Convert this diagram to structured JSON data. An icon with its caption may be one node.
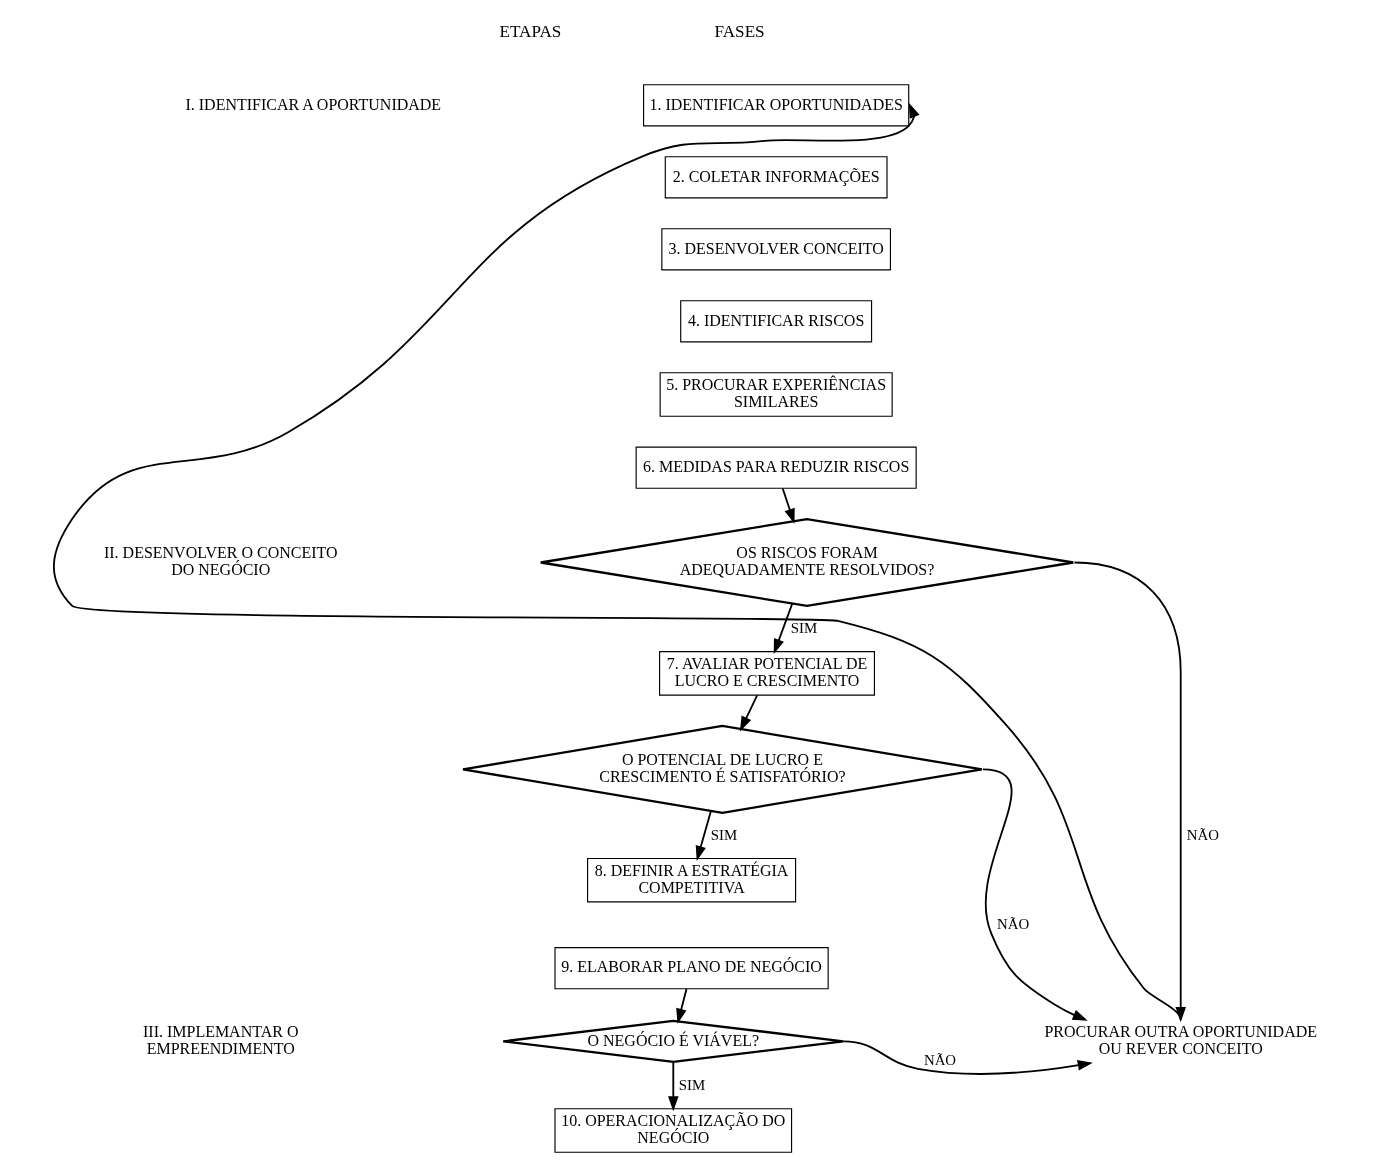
{
  "diagram": {
    "nodes": [
      {
        "text": [
          "I. IDENTIFICAR A OPORTUNIDADE"
        ]
      },
      {
        "text": [
          "II. DESENVOLVER O CONCEITO DO NEGÓCIO"
        ]
      },
      {
        "text": [
          "III. IMPLEMANTAR O EMPREENDIMENTO"
        ]
      },
      {
        "text": [
          "1. IDENTIFICAR OPORTUNIDADES"
        ]
      },
      {
        "text": [
          "2. COLETAR INFORMAÇÕES"
        ]
      },
      {
        "text": [
          "3. DESENVOLVER CONCEITO"
        ]
      },
      {
        "text": [
          "4. IDENTIFICAR RISCOS"
        ]
      },
      {
        "text": [
          "5. PROCURAR EXPERIÊNCIAS SIMILARES"
        ]
      },
      {
        "text": [
          "6. MEDIDAS PARA REDUZIR RISCOS"
        ]
      },
      {
        "text": [
          "OS RISCOS FORAM ADEQUADAMENTE RESOLVIDOS?"
        ]
      },
      {
        "text": [
          "7. AVALIAR POTENCIAL DE LUCRO E CRESCIMENTO"
        ]
      },
      {
        "text": [
          "O POTENCIAL DE LUCRO E CRESCIMENTO É SATISFATÓRIO?"
        ]
      },
      {
        "text": [
          "8. DEFINIR A ESTRATÉGIA COMPETITIVA"
        ]
      },
      {
        "text": [
          "9. ELABORAR PLANO DE NEGÓCIO"
        ]
      },
      {
        "text": [
          "O NEGÓCIO É VIÁVEL?"
        ]
      },
      {
        "text": [
          "10. OPERACIONALIZAÇÃO DO NEGÓCIO"
        ]
      },
      {
        "text": [
          "PROCURAR OUTRA OPORTUNIDADE OU REVER CONCEITO"
        ]
      }
    ],
    "edges": [
      {
        "from": 8,
        "to": 9,
        "arrow": "to"
      },
      {
        "from": 9,
        "to": 10,
        "arrow": "to",
        "label": "SIM"
      },
      {
        "from": 10,
        "to": 11,
        "arrow": "to"
      },
      {
        "from": 11,
        "to": 12,
        "arrow": "to",
        "label": "SIM"
      },
      {
        "from": 13,
        "to": 14,
        "arrow": "to"
      },
      {
        "from": 14,
        "to": 15,
        "arrow": "to",
        "label": "SIM"
      },
      {
        "from": 9,
        "to": 16,
        "arrow": "to",
        "label": "NÃO"
      },
      {
        "from": 11,
        "to": 16,
        "arrow": "to",
        "label": "NÃO"
      },
      {
        "from": 14,
        "to": 16,
        "arrow": "to",
        "label": "NÃO"
      },
      {
        "from": 16,
        "to": 3,
        "arrow": "to"
      }
    ],
    "labels": [
      "ETAPAS",
      "FASES"
    ]
  }
}
